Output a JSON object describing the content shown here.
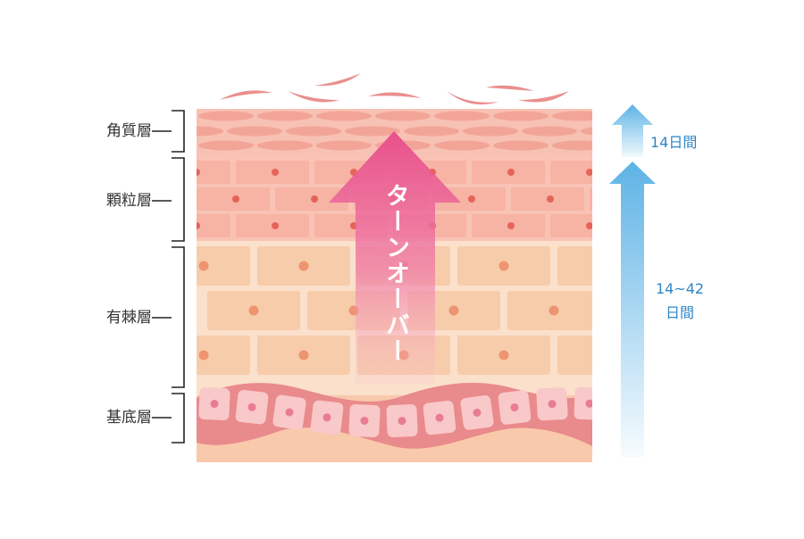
{
  "layers": [
    {
      "id": "stratum-corneum",
      "label": "角質層"
    },
    {
      "id": "stratum-granulosum",
      "label": "顆粒層"
    },
    {
      "id": "stratum-spinosum",
      "label": "有棘層"
    },
    {
      "id": "stratum-basale",
      "label": "基底層"
    }
  ],
  "turnover": {
    "label": "ターンオーバー"
  },
  "durations": {
    "corneum": "14日間",
    "inner_line1": "14~42",
    "inner_line2": "日間"
  },
  "colors": {
    "corneum": "#f2a597",
    "granular_bg": "#f8c3b5",
    "granular_cell": "#f6a596",
    "spinous_bg": "#fbe0cb",
    "spinous_cell": "#f6c7a1",
    "basal_band": "#e98a8c",
    "basal_cell": "#f9c8c8",
    "dermis": "#f9c9ab",
    "nucleus_red": "#e5645a",
    "nucleus_orange": "#ee9470",
    "nucleus_pink": "#e97c93",
    "turnover_arrow": "#e8508a",
    "duration_arrow": "#5db3e6",
    "label_text": "#333333",
    "duration_text": "#2f86c6"
  }
}
